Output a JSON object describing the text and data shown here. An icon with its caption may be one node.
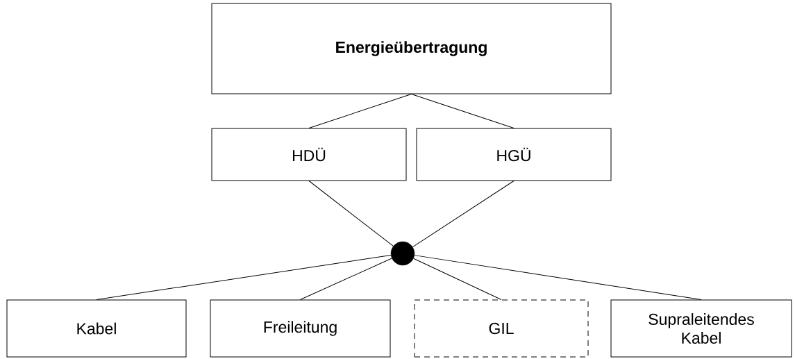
{
  "diagram": {
    "nodes": [
      {
        "text": [
          "Energieübertragung"
        ]
      },
      {
        "text": [
          "HDÜ"
        ]
      },
      {
        "text": [
          "HGÜ"
        ]
      },
      {
        "text": [],
        "shape": "circle"
      },
      {
        "text": [
          "Kabel"
        ]
      },
      {
        "text": [
          "Freileitung"
        ]
      },
      {
        "text": [
          "GIL"
        ]
      },
      {
        "text": [
          "Supraleitendes Kabel"
        ]
      }
    ],
    "edges": [
      {
        "from": 0,
        "to": 1,
        "arrow": "none"
      },
      {
        "from": 0,
        "to": 2,
        "arrow": "none"
      },
      {
        "from": 1,
        "to": 3,
        "arrow": "none"
      },
      {
        "from": 2,
        "to": 3,
        "arrow": "none"
      },
      {
        "from": 3,
        "to": 4,
        "arrow": "none"
      },
      {
        "from": 3,
        "to": 5,
        "arrow": "none"
      },
      {
        "from": 3,
        "to": 6,
        "arrow": "none"
      },
      {
        "from": 3,
        "to": 7,
        "arrow": "none"
      }
    ]
  }
}
